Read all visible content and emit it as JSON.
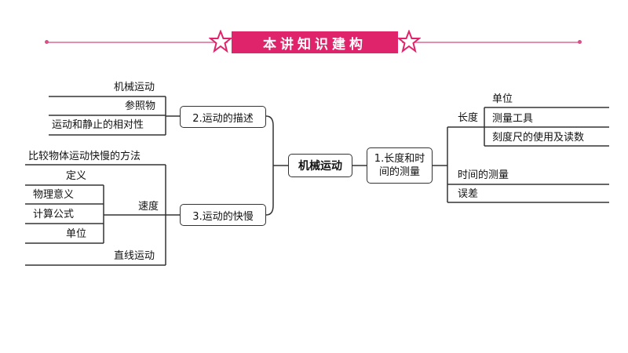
{
  "header": {
    "title": "本讲知识建构"
  },
  "center": {
    "label": "机械运动"
  },
  "left": {
    "branch_describe": {
      "label": "2.运动的描述",
      "items": [
        "机械运动",
        "参照物",
        "运动和静止的相对性"
      ]
    },
    "branch_speed": {
      "label": "3.运动的快慢",
      "top_item": "比较物体运动快慢的方法",
      "speed": {
        "label": "速度",
        "items": [
          "定义",
          "物理意义",
          "计算公式",
          "单位"
        ]
      },
      "bottom_item": "直线运动"
    }
  },
  "right": {
    "branch": {
      "label_line1": "1.长度和时",
      "label_line2": "间的测量",
      "length": {
        "label": "长度",
        "items": [
          "单位",
          "测量工具",
          "刻度尺的使用及读数"
        ]
      },
      "time": "时间的测量",
      "error": "误差"
    }
  },
  "colors": {
    "banner": "#e0246b",
    "banner_line": "#e58db1",
    "stroke": "#333333"
  }
}
